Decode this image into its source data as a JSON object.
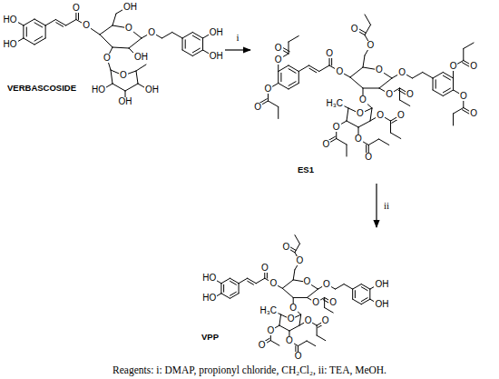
{
  "diagram": {
    "caption": "Reagents: i: DMAP, propionyl chloride, CH₂Cl₂, ii: TEA, MeOH.",
    "nodes": [
      {
        "text": [
          "VERBASCOSIDE"
        ]
      },
      {
        "text": [
          "ES1"
        ]
      },
      {
        "text": [
          "VPP"
        ]
      }
    ],
    "edges": [
      {
        "from": 0,
        "to": 1,
        "arrow": "to",
        "label": "i"
      },
      {
        "from": 1,
        "to": 2,
        "arrow": "to",
        "label": "ii"
      }
    ],
    "labels": [
      "HO",
      "HO",
      "O",
      "O",
      "O",
      "OH",
      "OH",
      "O",
      "OH",
      "OH",
      "O",
      "O",
      "HO",
      "OH",
      "OH",
      "O",
      "O",
      "O",
      "O",
      "O",
      "O",
      "O",
      "O",
      "O",
      "O",
      "O",
      "O",
      "O",
      "O",
      "O",
      "O",
      "O",
      "O",
      "H₃C",
      "O",
      "O",
      "O",
      "O",
      "O",
      "O",
      "HO",
      "HO",
      "O",
      "O",
      "O",
      "O",
      "O",
      "O",
      "O",
      "O",
      "OH",
      "OH",
      "O",
      "O",
      "H₃C",
      "O",
      "O",
      "O",
      "O",
      "O",
      "O"
    ]
  }
}
